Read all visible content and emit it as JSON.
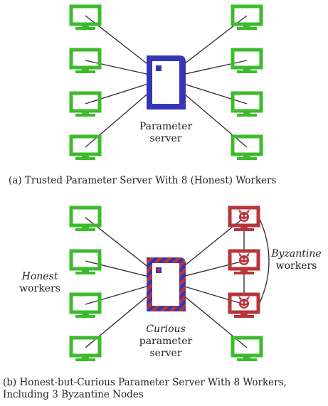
{
  "panel_a": {
    "server_label_line1": "Parameter",
    "server_label_line2": "server",
    "caption": "(a)  Trusted Parameter Server With 8 (Honest) Workers"
  },
  "panel_b": {
    "honest_label_line1": "Honest",
    "honest_label_line2": "workers",
    "byzantine_label_line1": "Byzantine",
    "byzantine_label_line2": "workers",
    "server_label_line1": "Curious",
    "server_label_line2": "parameter",
    "server_label_line3": "server",
    "caption_line1": "(b)  Honest-but-Curious Parameter Server With 8 Workers,",
    "caption_line2": "Including 3 Byzantine Nodes"
  },
  "colors": {
    "honest_worker": "#3dbb2d",
    "byzantine_worker": "#b7353a",
    "server": "#3535b5",
    "edge": "#333333"
  },
  "icons": {
    "worker": "monitor-icon",
    "byzantine": "devil-icon",
    "server": "server-icon"
  }
}
